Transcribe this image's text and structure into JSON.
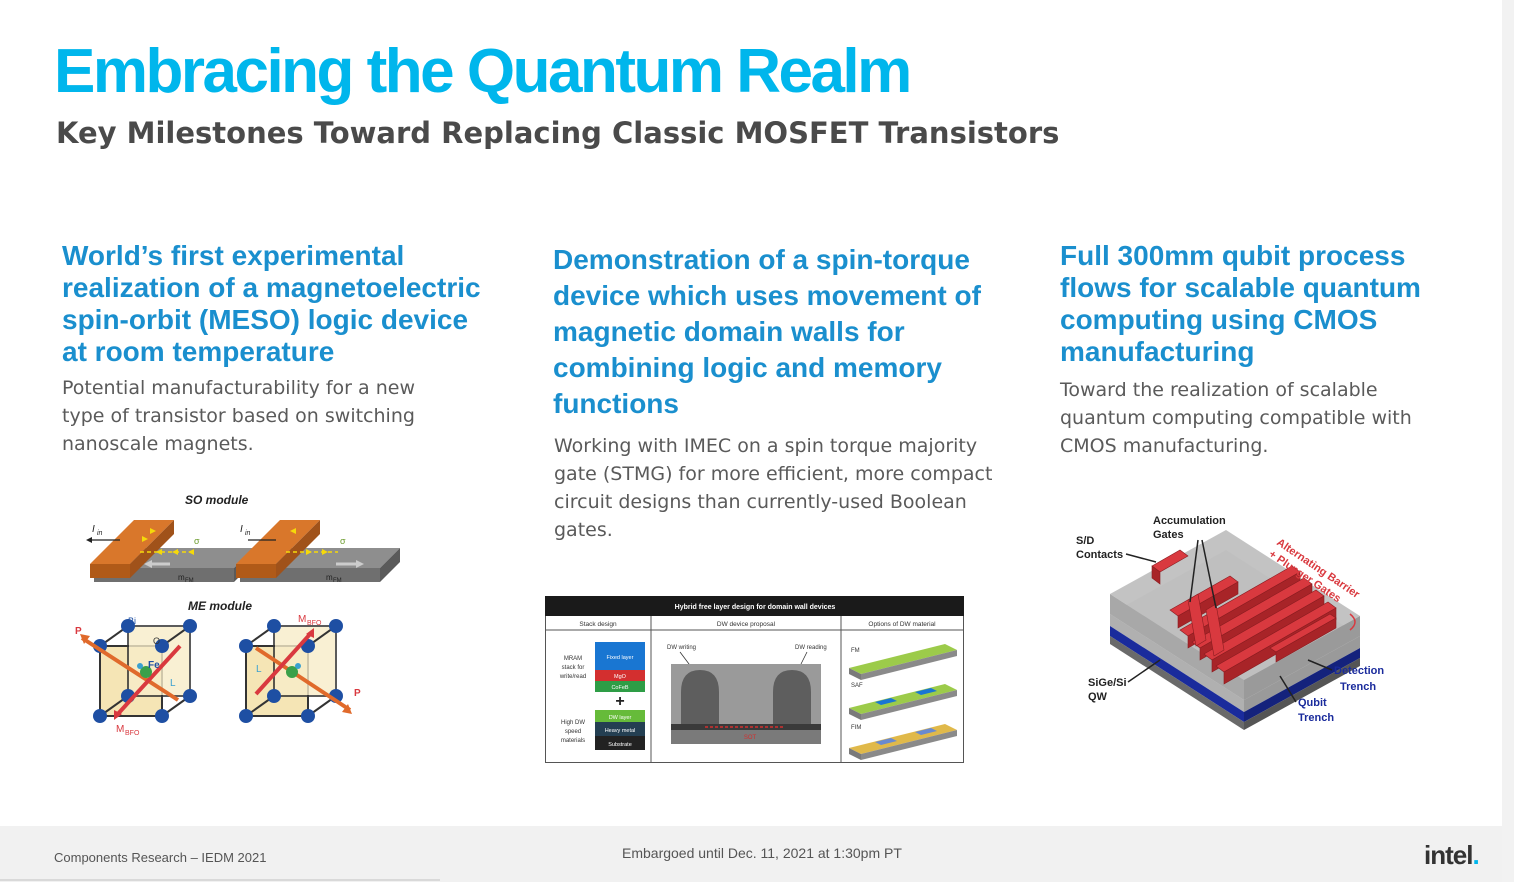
{
  "title": "Embracing the Quantum Realm",
  "subtitle": "Key Milestones Toward Replacing Classic MOSFET Transistors",
  "columns": [
    {
      "heading": "World’s first experimental realization of a magnetoelectric spin-orbit (MESO) logic device at room temperature",
      "body": "Potential manufacturability for a new type of transistor based on switching nanoscale magnets.",
      "figure": {
        "so_module_label": "SO module",
        "me_module_label": "ME module",
        "i_in": "I",
        "i_in_sub": "in",
        "sigma": "σ",
        "m_fm": "m",
        "m_fm_sub": "FM",
        "bi": "Bi",
        "o": "O",
        "fe": "Fe",
        "p": "P",
        "l": "L",
        "m_bfo": "M",
        "m_bfo_sub": "BFO"
      }
    },
    {
      "heading": "Demonstration of a spin-torque device which uses movement of magnetic domain walls for combining logic and memory functions",
      "body": "Working with IMEC on a spin torque majority gate (STMG) for more efficient, more compact circuit designs than currently-used Boolean gates.",
      "figure": {
        "header": "Hybrid free layer design for domain wall devices",
        "col_stack": "Stack design",
        "col_proposal": "DW device proposal",
        "col_options": "Options of DW material",
        "mram_label_1": "MRAM",
        "mram_label_2": "stack for",
        "mram_label_3": "write/read",
        "hdw_label_1": "High DW",
        "hdw_label_2": "speed",
        "hdw_label_3": "materials",
        "fixed_layer": "Fixed layer",
        "mgo": "MgO",
        "cofeb": "CoFeB",
        "plus": "+",
        "dw_layer": "DW layer",
        "heavy_metal": "Heavy metal",
        "substrate": "Substrate",
        "dw_writing": "DW writing",
        "dw_reading": "DW reading",
        "sot": "SOT",
        "fm": "FM",
        "saf": "SAF",
        "fim": "FIM"
      }
    },
    {
      "heading": "Full 300mm qubit process flows for scalable quantum computing using CMOS manufacturing",
      "body": "Toward the realization of scalable quantum computing compatible with CMOS manufacturing.",
      "figure": {
        "accumulation_1": "Accumulation",
        "accumulation_2": "Gates",
        "sd_1": "S/D",
        "sd_2": "Contacts",
        "alt_barrier_1": "Alternating Barrier",
        "alt_barrier_2": "+ Plunger Gates",
        "sige_1": "SiGe/Si",
        "sige_2": "QW",
        "detection_1": "Detection",
        "detection_2": "Trench",
        "qubit_1": "Qubit",
        "qubit_2": "Trench"
      }
    }
  ],
  "footer": {
    "left": "Components Research – IEDM 2021",
    "center": "Embargoed until Dec. 11, 2021 at 1:30pm PT",
    "logo": "intel",
    "logo_dot": "."
  },
  "colors": {
    "title": "#00b6ec",
    "heading": "#1a8fce",
    "qubit_red": "#d9393f",
    "oxide_blue": "#1a2b9c",
    "copper": "#c8651e"
  }
}
